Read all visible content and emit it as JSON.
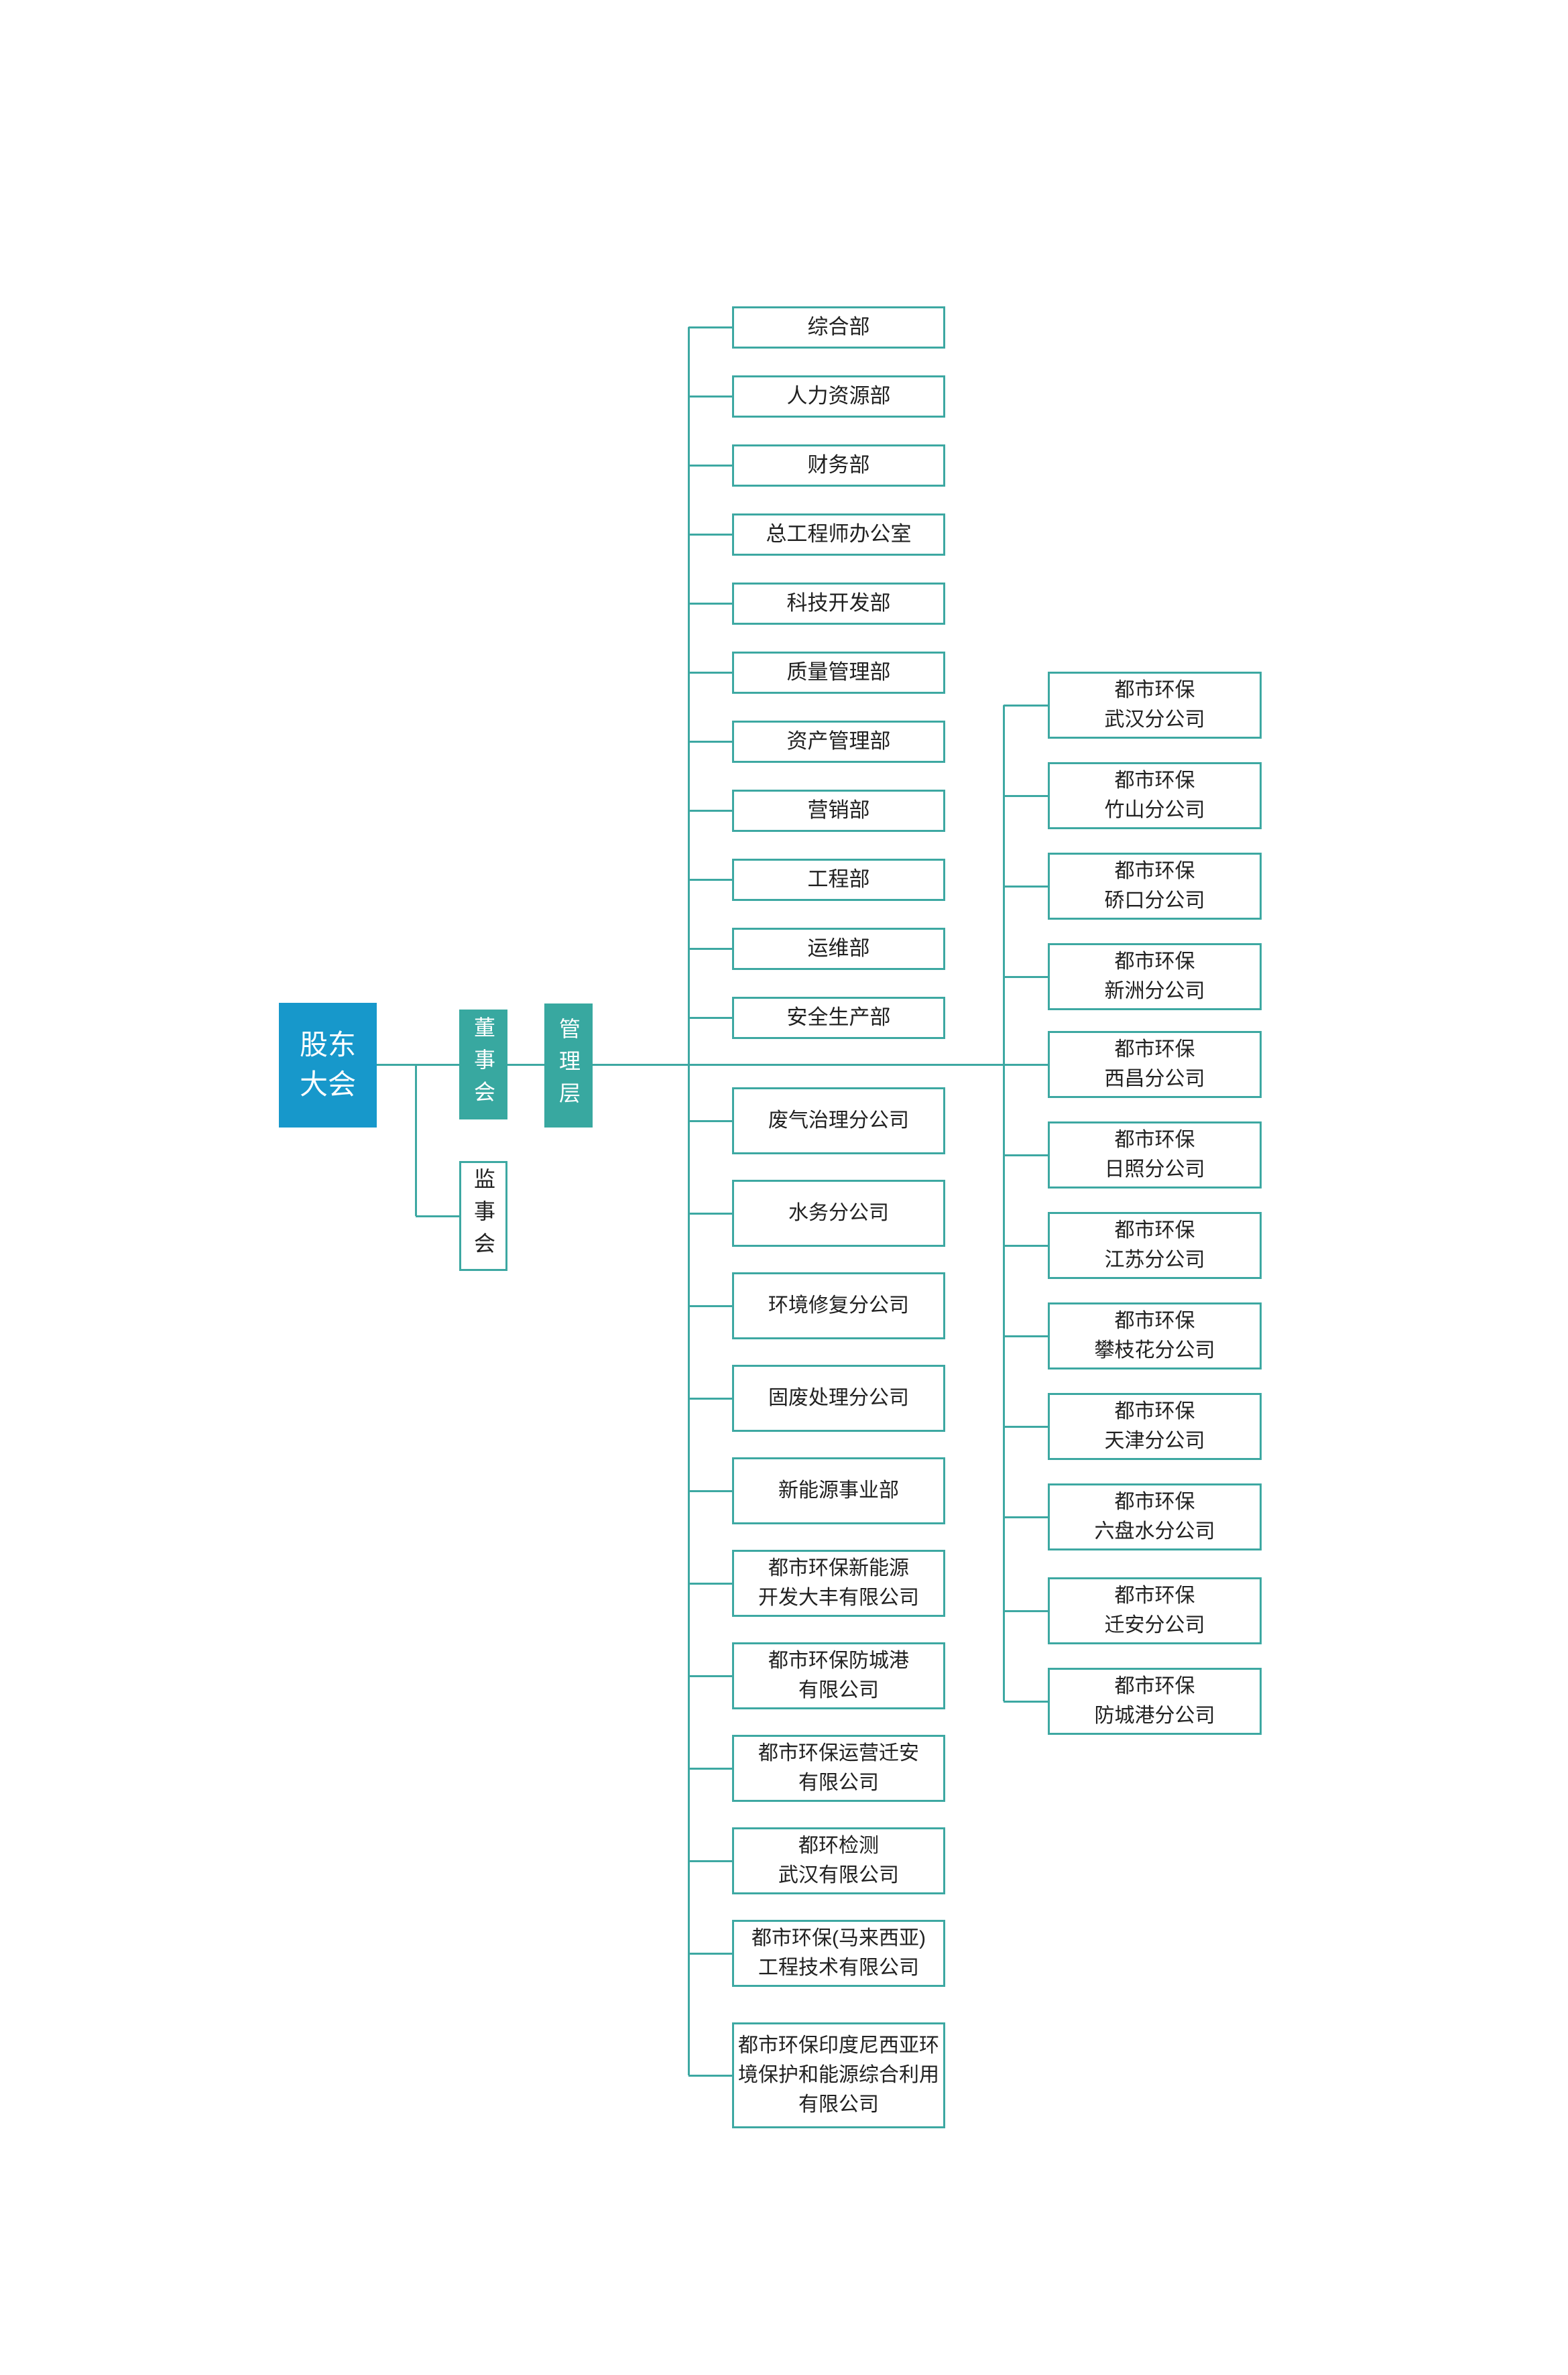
{
  "colors": {
    "primary_blue": "#1798cb",
    "teal_fill": "#38a8a0",
    "line_teal": "#3da8a2",
    "text_dark": "#212121"
  },
  "root": {
    "label_lines": [
      "股东",
      "大会"
    ]
  },
  "board": {
    "label": "董事会"
  },
  "supervisory": {
    "label": "监事会"
  },
  "management": {
    "label": "管理层"
  },
  "departments": [
    "综合部",
    "人力资源部",
    "财务部",
    "总工程师办公室",
    "科技开发部",
    "质量管理部",
    "资产管理部",
    "营销部",
    "工程部",
    "运维部",
    "安全生产部"
  ],
  "mid_subsidiaries": [
    {
      "lines": [
        "废气治理分公司"
      ]
    },
    {
      "lines": [
        "水务分公司"
      ]
    },
    {
      "lines": [
        "环境修复分公司"
      ]
    },
    {
      "lines": [
        "固废处理分公司"
      ]
    },
    {
      "lines": [
        "新能源事业部"
      ]
    },
    {
      "lines": [
        "都市环保新能源",
        "开发大丰有限公司"
      ]
    },
    {
      "lines": [
        "都市环保防城港",
        "有限公司"
      ]
    },
    {
      "lines": [
        "都市环保运营迁安",
        "有限公司"
      ]
    },
    {
      "lines": [
        "都环检测",
        "武汉有限公司"
      ]
    },
    {
      "lines": [
        "都市环保(马来西亚)",
        "工程技术有限公司"
      ]
    },
    {
      "lines": [
        "都市环保印度尼西亚环",
        "境保护和能源综合利用",
        "有限公司"
      ]
    }
  ],
  "branches": [
    {
      "lines": [
        "都市环保",
        "武汉分公司"
      ]
    },
    {
      "lines": [
        "都市环保",
        "竹山分公司"
      ]
    },
    {
      "lines": [
        "都市环保",
        "硚口分公司"
      ]
    },
    {
      "lines": [
        "都市环保",
        "新洲分公司"
      ]
    },
    {
      "lines": [
        "都市环保",
        "西昌分公司"
      ]
    },
    {
      "lines": [
        "都市环保",
        "日照分公司"
      ]
    },
    {
      "lines": [
        "都市环保",
        "江苏分公司"
      ]
    },
    {
      "lines": [
        "都市环保",
        "攀枝花分公司"
      ]
    },
    {
      "lines": [
        "都市环保",
        "天津分公司"
      ]
    },
    {
      "lines": [
        "都市环保",
        "六盘水分公司"
      ]
    },
    {
      "lines": [
        "都市环保",
        "迁安分公司"
      ]
    },
    {
      "lines": [
        "都市环保",
        "防城港分公司"
      ]
    }
  ]
}
